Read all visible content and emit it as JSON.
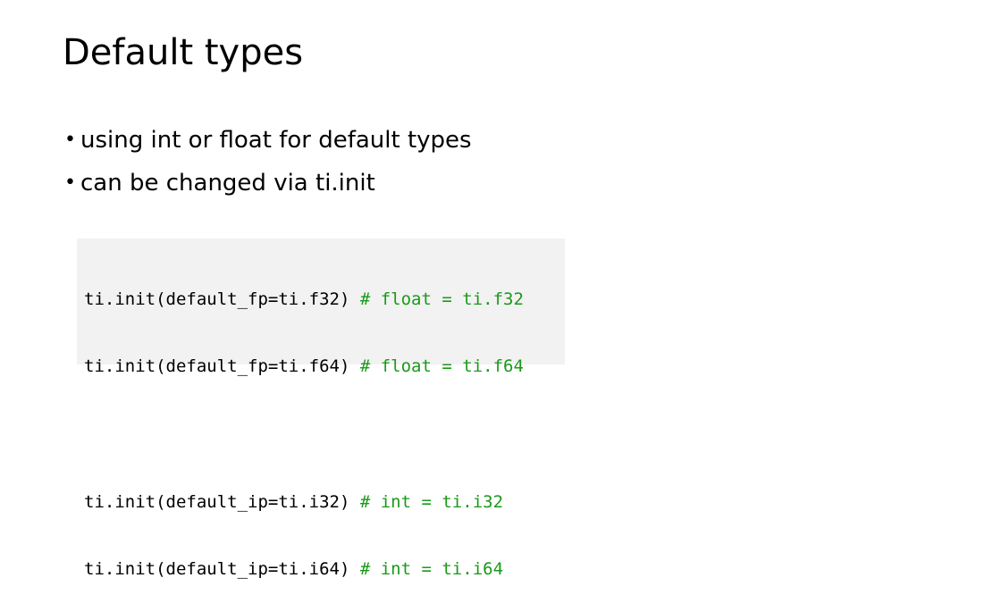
{
  "slide": {
    "title": "Default types",
    "bullets": [
      "using int or float for default types",
      "can be changed via ti.init"
    ],
    "bullet_glyph": "•",
    "code": {
      "lines": [
        {
          "stmt": "ti.init(default_fp=ti.f32)",
          "comment": " # float = ti.f32"
        },
        {
          "stmt": "ti.init(default_fp=ti.f64)",
          "comment": " # float = ti.f64"
        },
        {
          "stmt": "",
          "comment": ""
        },
        {
          "stmt": "ti.init(default_ip=ti.i32)",
          "comment": " # int = ti.i32"
        },
        {
          "stmt": "ti.init(default_ip=ti.i64)",
          "comment": " # int = ti.i64"
        }
      ],
      "comment_color": "#1a9a1a",
      "background_color": "#f2f2f2"
    }
  }
}
